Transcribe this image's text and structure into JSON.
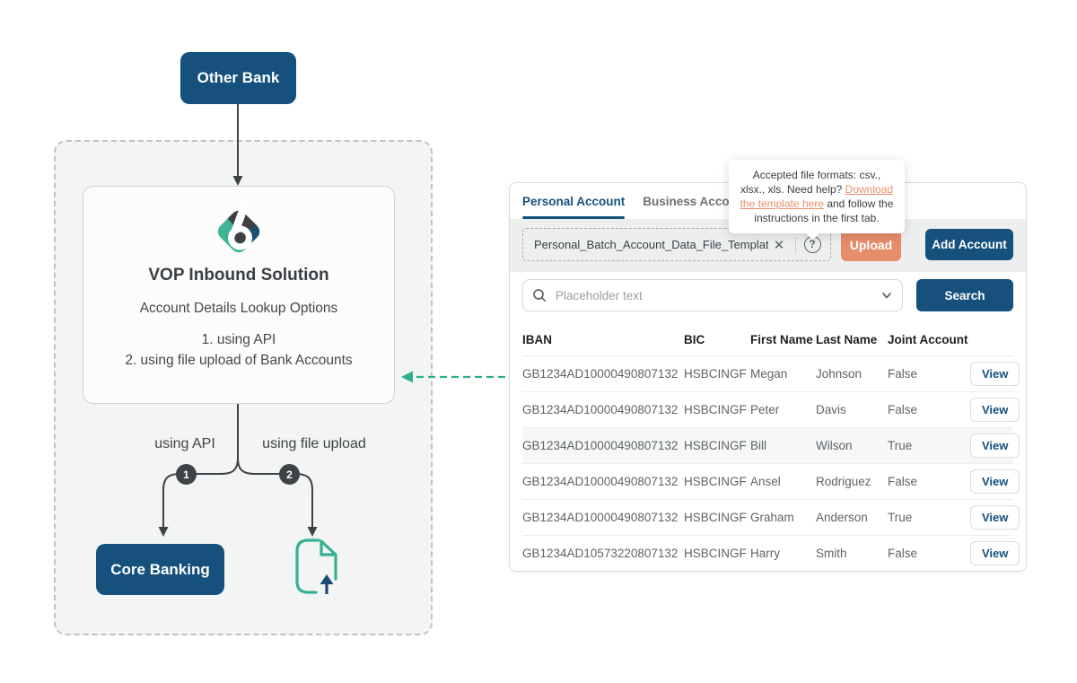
{
  "diagram": {
    "other_bank_label": "Other Bank",
    "solution_title": "VOP Inbound Solution",
    "solution_subtitle": "Account Details Lookup Options",
    "option_1": "1. using API",
    "option_2": "2. using file upload of Bank Accounts",
    "branch_1_label": "using API",
    "branch_2_label": "using file upload",
    "branch_1_number": "1",
    "branch_2_number": "2",
    "core_banking_label": "Core Banking",
    "colors": {
      "navy": "#15517c",
      "teal": "#2fad8e",
      "charcoal": "#3f4347"
    }
  },
  "panel": {
    "tabs": [
      {
        "label": "Personal Account",
        "active": true
      },
      {
        "label": "Business Account",
        "active": false
      }
    ],
    "upload_row": {
      "file_name": "Personal_Batch_Account_Data_File_Template.csv",
      "upload_button": "Upload",
      "add_account_button": "Add Account"
    },
    "tooltip": {
      "text_before": "Accepted file formats: csv., xlsx., xls. Need help? ",
      "link_text": "Download the template here",
      "text_after": " and follow the instructions in the first tab."
    },
    "search": {
      "placeholder": "Placeholder text",
      "button": "Search"
    },
    "icons": {
      "clear": "✕",
      "help": "?",
      "search": "magnifier-glass",
      "chevron": "chevron-down"
    },
    "table": {
      "columns": [
        "IBAN",
        "BIC",
        "First Name",
        "Last Name",
        "Joint Account"
      ],
      "view_label": "View",
      "rows": [
        {
          "iban": "GB1234AD10000490807132",
          "bic": "HSBCINGF",
          "first": "Megan",
          "last": "Johnson",
          "joint": "False"
        },
        {
          "iban": "GB1234AD10000490807132",
          "bic": "HSBCINGF",
          "first": "Peter",
          "last": "Davis",
          "joint": "False"
        },
        {
          "iban": "GB1234AD10000490807132",
          "bic": "HSBCINGF",
          "first": "Bill",
          "last": "Wilson",
          "joint": "True"
        },
        {
          "iban": "GB1234AD10000490807132",
          "bic": "HSBCINGF",
          "first": "Ansel",
          "last": "Rodriguez",
          "joint": "False"
        },
        {
          "iban": "GB1234AD10000490807132",
          "bic": "HSBCINGF",
          "first": "Graham",
          "last": "Anderson",
          "joint": "True"
        },
        {
          "iban": "GB1234AD10573220807132",
          "bic": "HSBCINGF",
          "first": "Harry",
          "last": "Smith",
          "joint": "False"
        }
      ]
    },
    "colors": {
      "accent_navy": "#15517c",
      "salmon": "#e68d6b",
      "link_orange": "#e8906a"
    }
  }
}
